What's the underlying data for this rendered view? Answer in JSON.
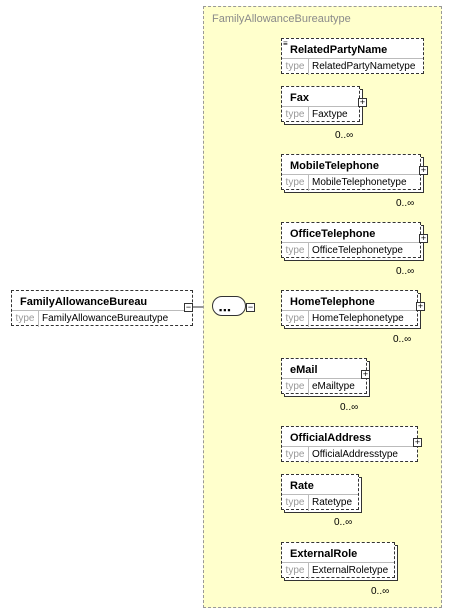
{
  "root": {
    "name": "FamilyAllowanceBureau",
    "type_label": "type",
    "type_value": "FamilyAllowanceBureautype"
  },
  "complex_type": {
    "title": "FamilyAllowanceBureautype"
  },
  "children": [
    {
      "name": "RelatedPartyName",
      "type_label": "type",
      "type_value": "RelatedPartyNametype",
      "cardinality": ""
    },
    {
      "name": "Fax",
      "type_label": "type",
      "type_value": "Faxtype",
      "cardinality": "0..∞"
    },
    {
      "name": "MobileTelephone",
      "type_label": "type",
      "type_value": "MobileTelephonetype",
      "cardinality": "0..∞"
    },
    {
      "name": "OfficeTelephone",
      "type_label": "type",
      "type_value": "OfficeTelephonetype",
      "cardinality": "0..∞"
    },
    {
      "name": "HomeTelephone",
      "type_label": "type",
      "type_value": "HomeTelephonetype",
      "cardinality": "0..∞"
    },
    {
      "name": "eMail",
      "type_label": "type",
      "type_value": "eMailtype",
      "cardinality": "0..∞"
    },
    {
      "name": "OfficialAddress",
      "type_label": "type",
      "type_value": "OfficialAddresstype",
      "cardinality": ""
    },
    {
      "name": "Rate",
      "type_label": "type",
      "type_value": "Ratetype",
      "cardinality": "0..∞"
    },
    {
      "name": "ExternalRole",
      "type_label": "type",
      "type_value": "ExternalRoletype",
      "cardinality": "0..∞"
    }
  ]
}
